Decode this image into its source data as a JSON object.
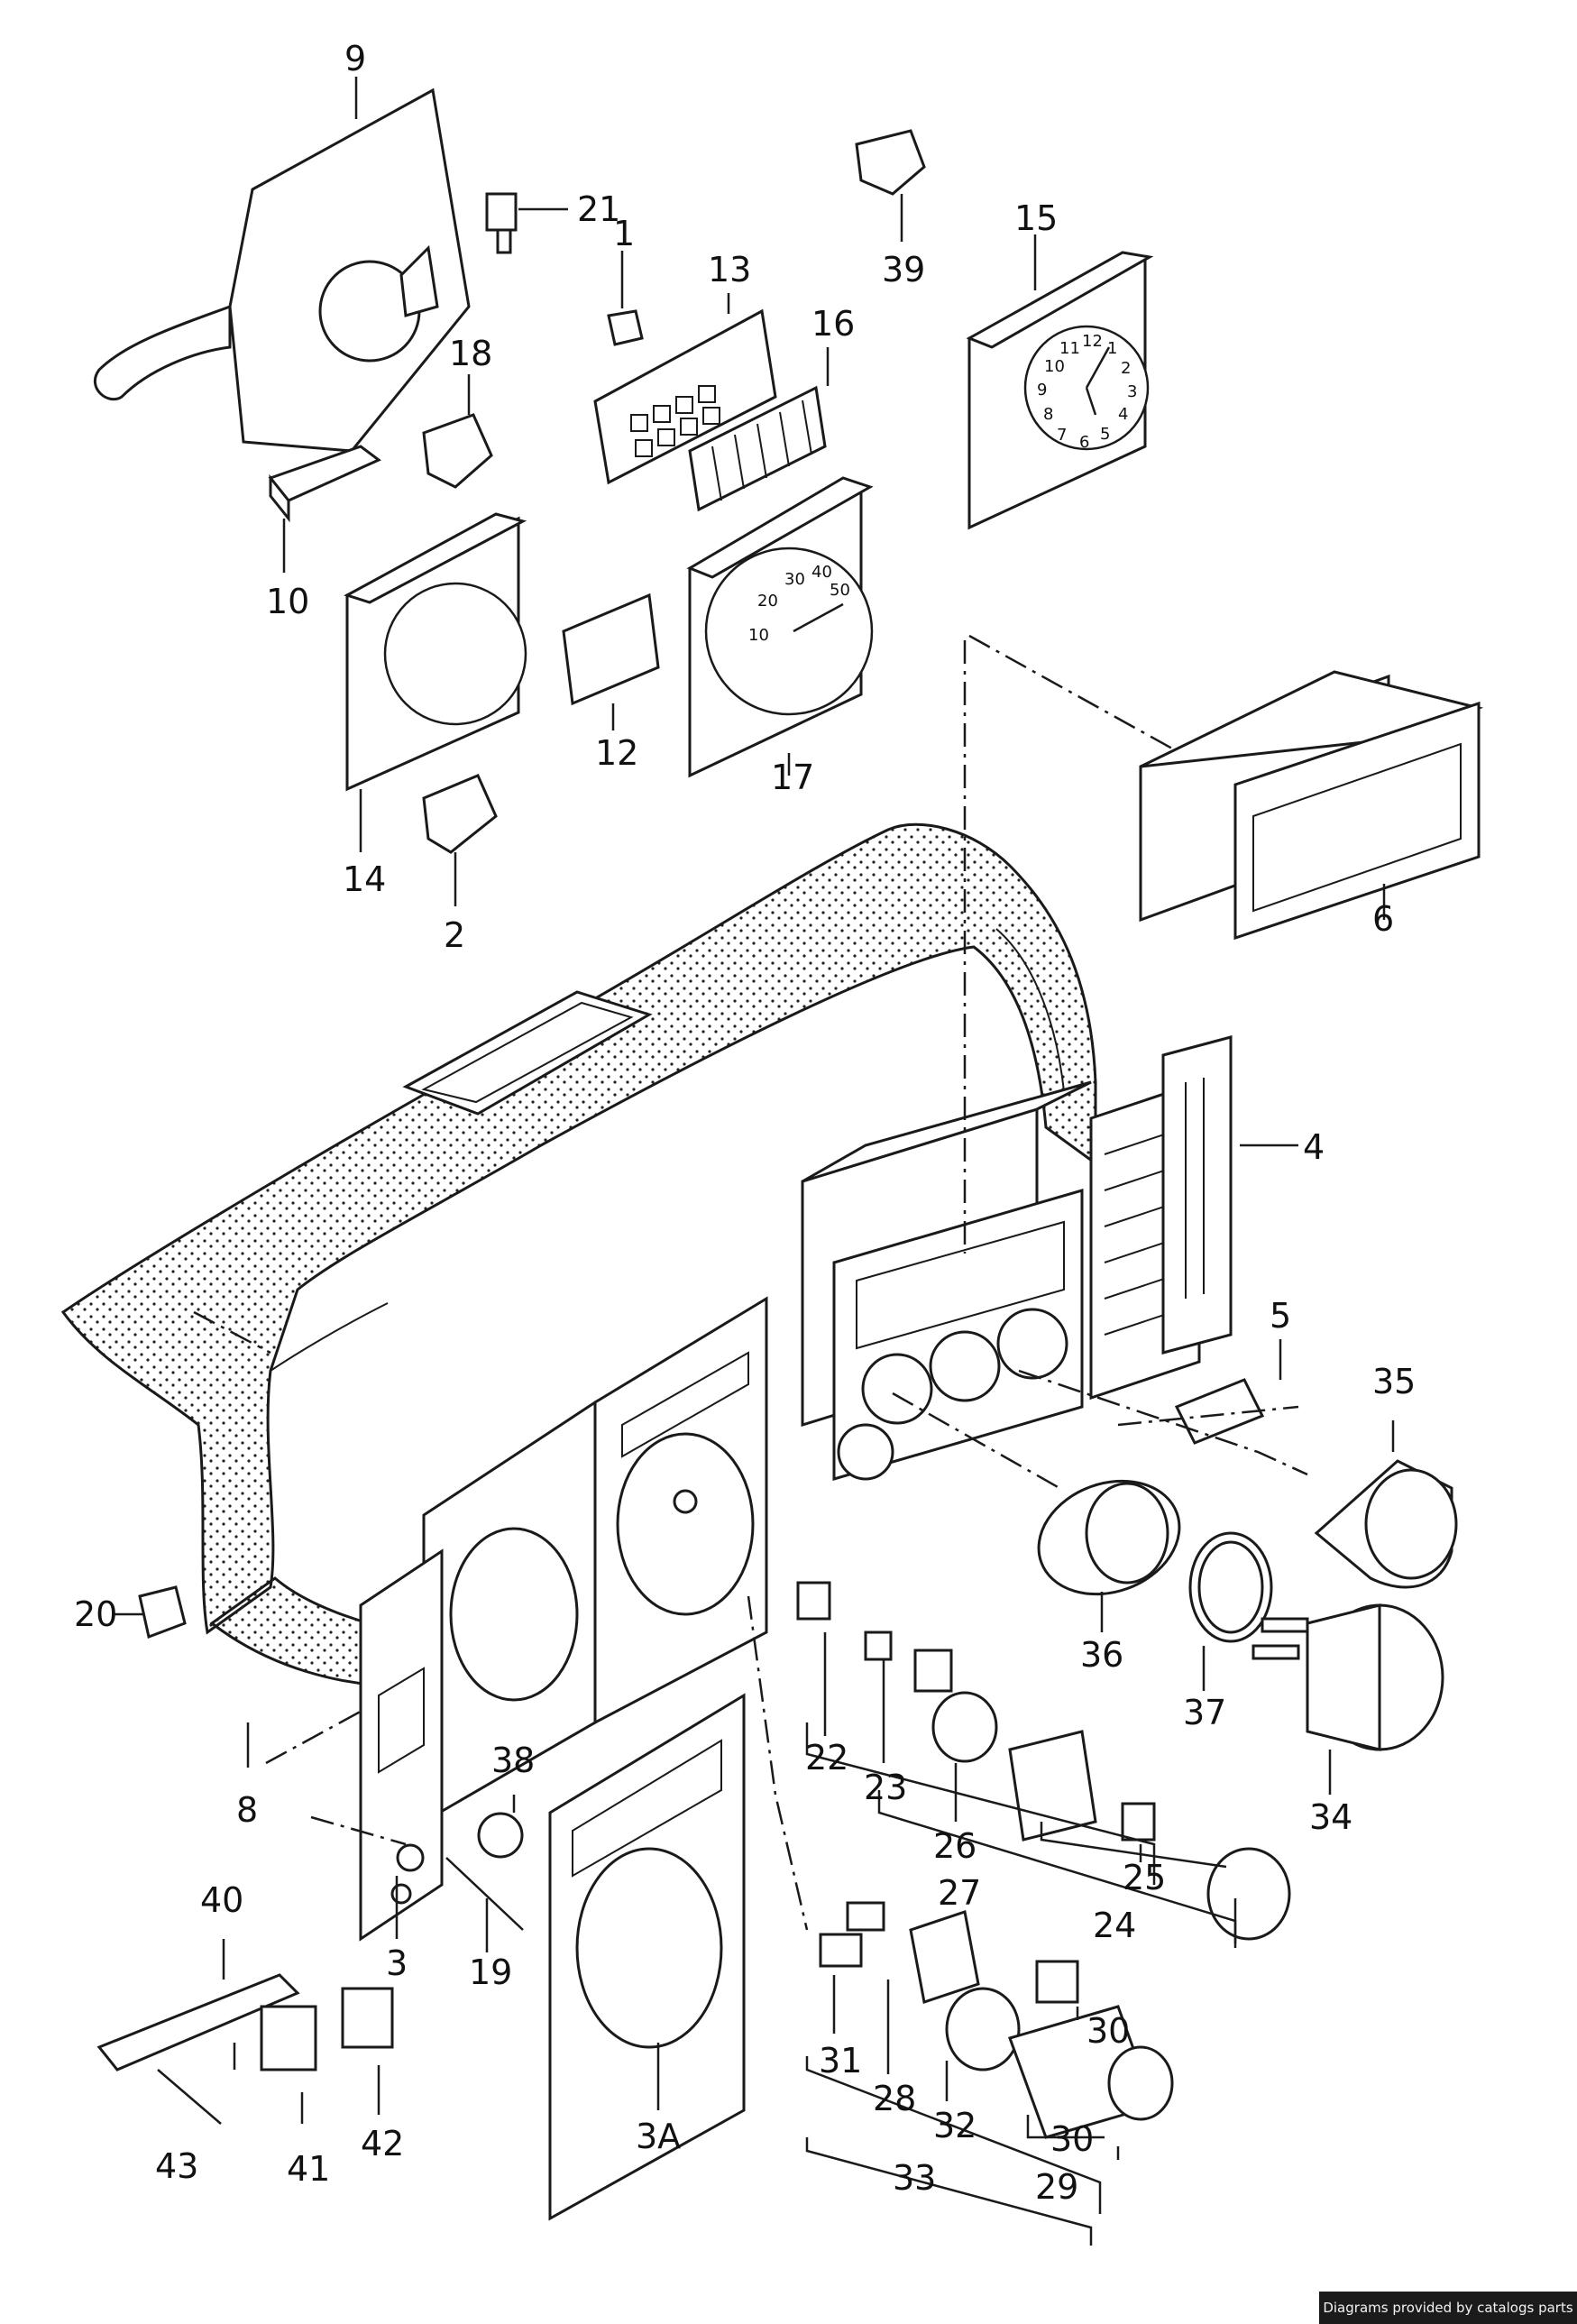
{
  "diagram": {
    "callouts": {
      "p1": "1",
      "p2": "2",
      "p3": "3",
      "p3a": "3A",
      "p4": "4",
      "p5": "5",
      "p6": "6",
      "p8": "8",
      "p9": "9",
      "p10": "10",
      "p12": "12",
      "p13": "13",
      "p14": "14",
      "p15": "15",
      "p16": "16",
      "p17": "17",
      "p18": "18",
      "p19": "19",
      "p20": "20",
      "p21": "21",
      "p22": "22",
      "p23": "23",
      "p24": "24",
      "p25": "25",
      "p26": "26",
      "p27": "27",
      "p28": "28",
      "p29": "29",
      "p30a": "30",
      "p30b": "30",
      "p31": "31",
      "p32": "32",
      "p33": "33",
      "p34": "34",
      "p35": "35",
      "p36": "36",
      "p37": "37",
      "p38": "38",
      "p39": "39",
      "p40": "40",
      "p41": "41",
      "p42": "42",
      "p43": "43"
    },
    "clock_numbers": [
      "12",
      "1",
      "2",
      "3",
      "4",
      "5",
      "6",
      "7",
      "8",
      "9",
      "10",
      "11"
    ],
    "speedo_numbers": [
      "10",
      "20",
      "30",
      "40",
      "50"
    ]
  },
  "footer": {
    "text": "Diagrams provided by catalogs parts"
  }
}
